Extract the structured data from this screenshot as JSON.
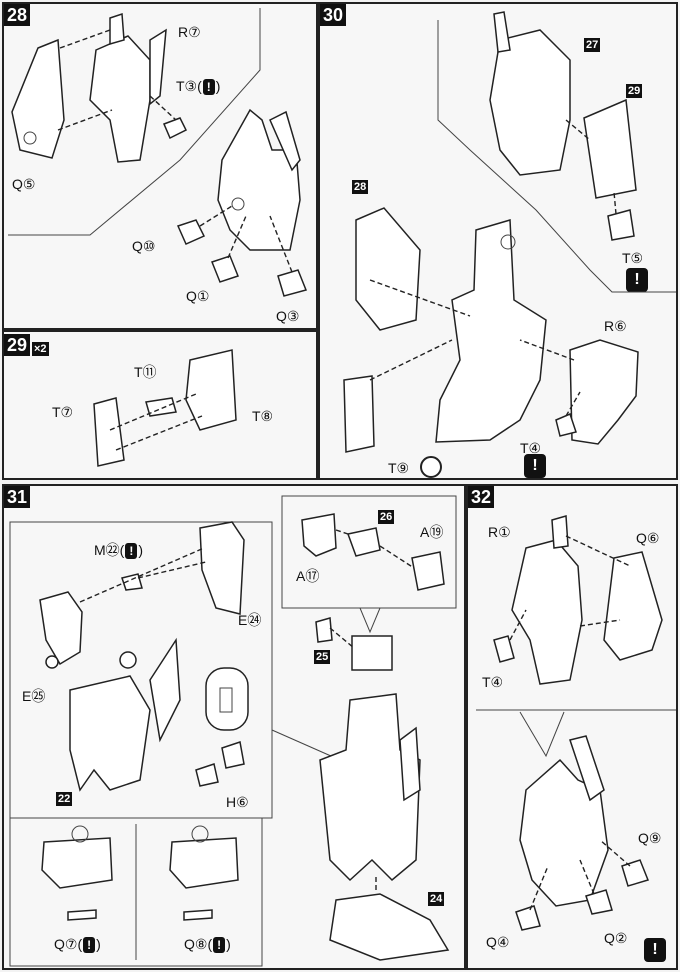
{
  "steps": [
    {
      "number": "28",
      "labels": [
        "R⑦",
        "T③",
        "Q⑤",
        "Q⑩",
        "Q①",
        "Q③"
      ]
    },
    {
      "number": "29",
      "multiplier": "×2",
      "labels": [
        "T⑪",
        "T⑦",
        "T⑧"
      ]
    },
    {
      "number": "30",
      "labels": [
        "27",
        "29",
        "28",
        "R⑥",
        "T⑤",
        "T④",
        "T⑨"
      ]
    },
    {
      "number": "31",
      "labels": [
        "26",
        "A⑲",
        "A⑰",
        "25",
        "M㉒",
        "E㉔",
        "E㉕",
        "H⑥",
        "22",
        "24",
        "Q⑦",
        "Q⑧"
      ]
    },
    {
      "number": "32",
      "labels": [
        "R①",
        "Q⑥",
        "T④",
        "Q⑨",
        "Q④",
        "Q②"
      ]
    }
  ],
  "warning_symbol": "!"
}
